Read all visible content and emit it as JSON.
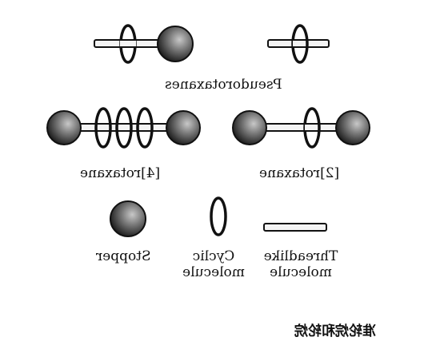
{
  "labels": {
    "pseudorotaxanes": "Pseudorotaxanes",
    "rotaxane4": "[4]rotaxane",
    "rotaxane2": "[2]rotaxane",
    "stopper": "Stopper",
    "cyclic_line1": "Cyclic",
    "cyclic_line2": "molecule",
    "thread_line1": "Threadlike",
    "thread_line2": "molecule"
  },
  "caption": "准轮烷和轮烷",
  "colors": {
    "sphere_light": "#c8c8c8",
    "sphere_mid": "#7a7a7a",
    "sphere_dark": "#1e1e1e",
    "stroke": "#111111",
    "rod_fill": "#f4f4f4"
  }
}
